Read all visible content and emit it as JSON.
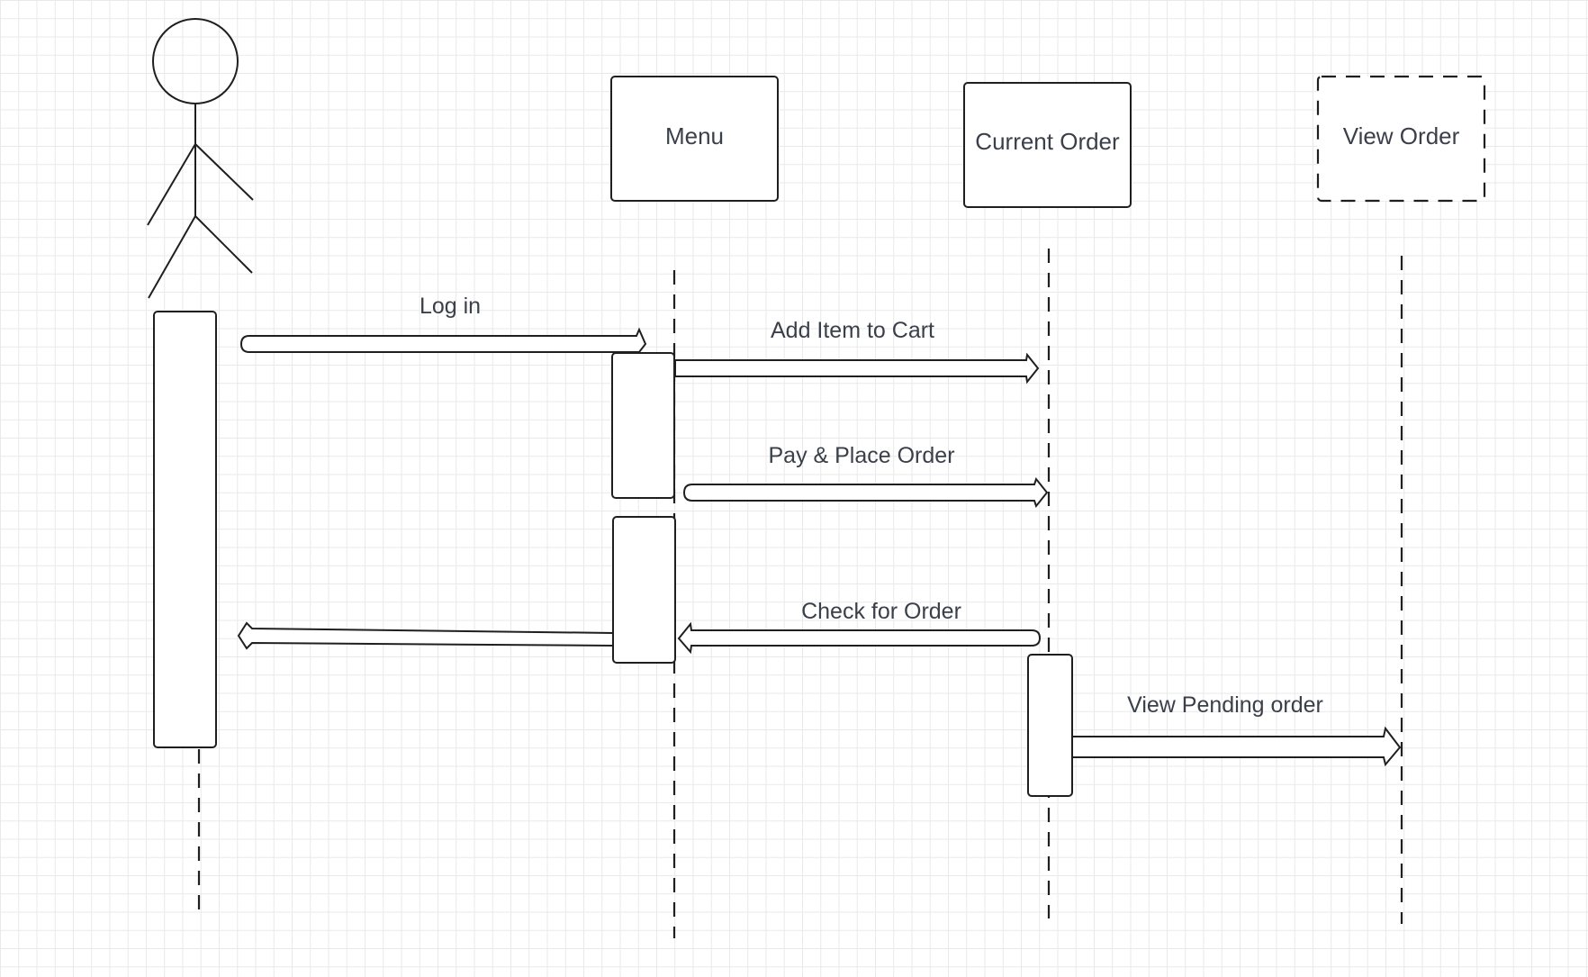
{
  "participants": {
    "actor": {
      "name": "",
      "icon": "stick-figure-icon"
    },
    "menu": {
      "label": "Menu",
      "style": "solid"
    },
    "current_order": {
      "label": "Current Order",
      "style": "solid"
    },
    "view_order": {
      "label": "View Order",
      "style": "dashed"
    }
  },
  "messages": {
    "log_in": {
      "label": "Log in",
      "from": "actor",
      "to": "menu"
    },
    "add_item": {
      "label": "Add Item to Cart",
      "from": "menu",
      "to": "current_order"
    },
    "pay_place": {
      "label": "Pay & Place Order",
      "from": "menu",
      "to": "current_order"
    },
    "check_order": {
      "label": "Check for Order",
      "from": "current_order",
      "to": "menu"
    },
    "return_actor": {
      "label": "",
      "from": "menu",
      "to": "actor"
    },
    "view_pending": {
      "label": "View Pending order",
      "from": "current_order",
      "to": "view_order"
    }
  },
  "colors": {
    "stroke": "#1f1f1f",
    "text": "#3a3f4a",
    "grid": "#e9e9e9",
    "background": "#ffffff"
  }
}
